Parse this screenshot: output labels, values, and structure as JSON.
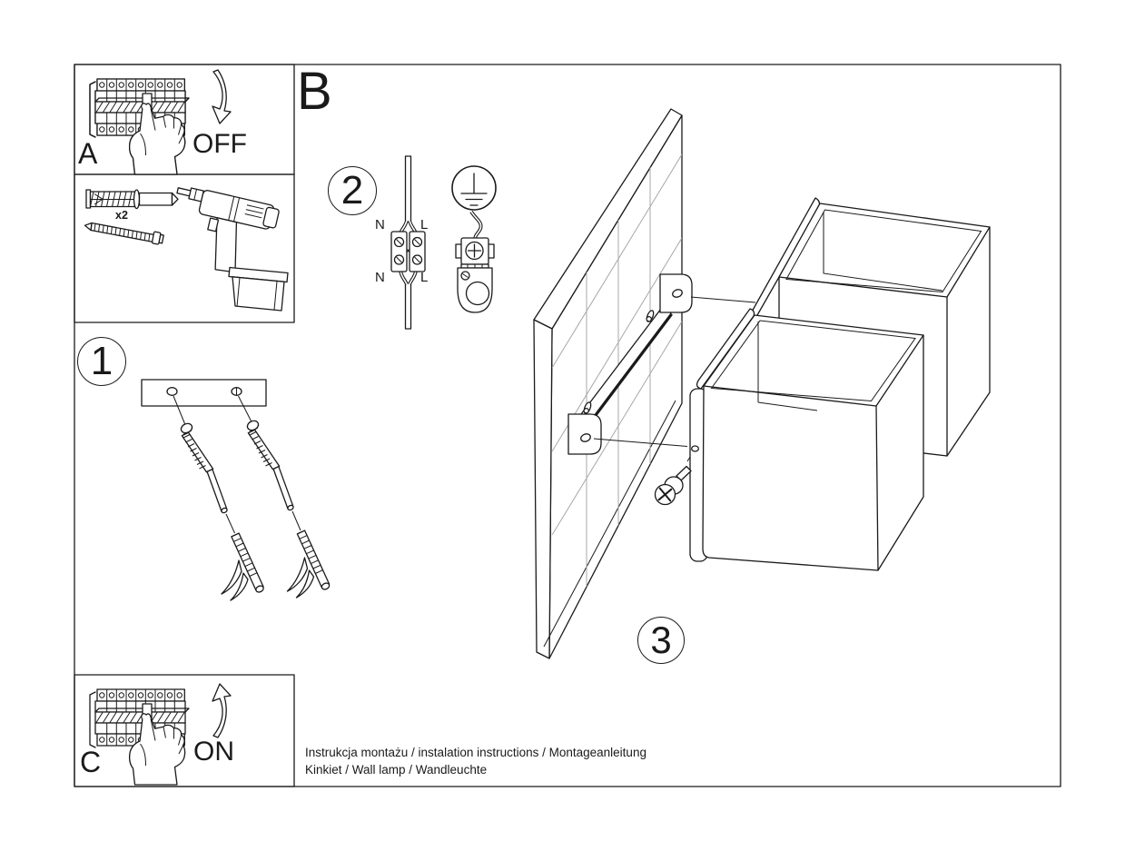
{
  "labels": {
    "panel_a": "A",
    "panel_c": "C",
    "section_b": "B",
    "off": "OFF",
    "on": "ON",
    "quantity": "x2",
    "step_1": "1",
    "step_2": "2",
    "step_3": "3"
  },
  "wiring": {
    "neutral": "N",
    "live": "L"
  },
  "footer": {
    "line1": "Instrukcja montażu / instalation instructions / Montageanleitung",
    "line2": "Kinkiet / Wall lamp / Wandleuchte"
  },
  "colors": {
    "line": "#1a1a1a",
    "tile_line": "#a8a8a8",
    "background": "#ffffff"
  },
  "illustrations": [
    "circuit-breaker-off",
    "drill-and-anchors",
    "wall-plate-with-screws",
    "terminal-wiring-and-ground-lug",
    "wall-with-bracket-and-two-cube-lamps",
    "circuit-breaker-on"
  ]
}
